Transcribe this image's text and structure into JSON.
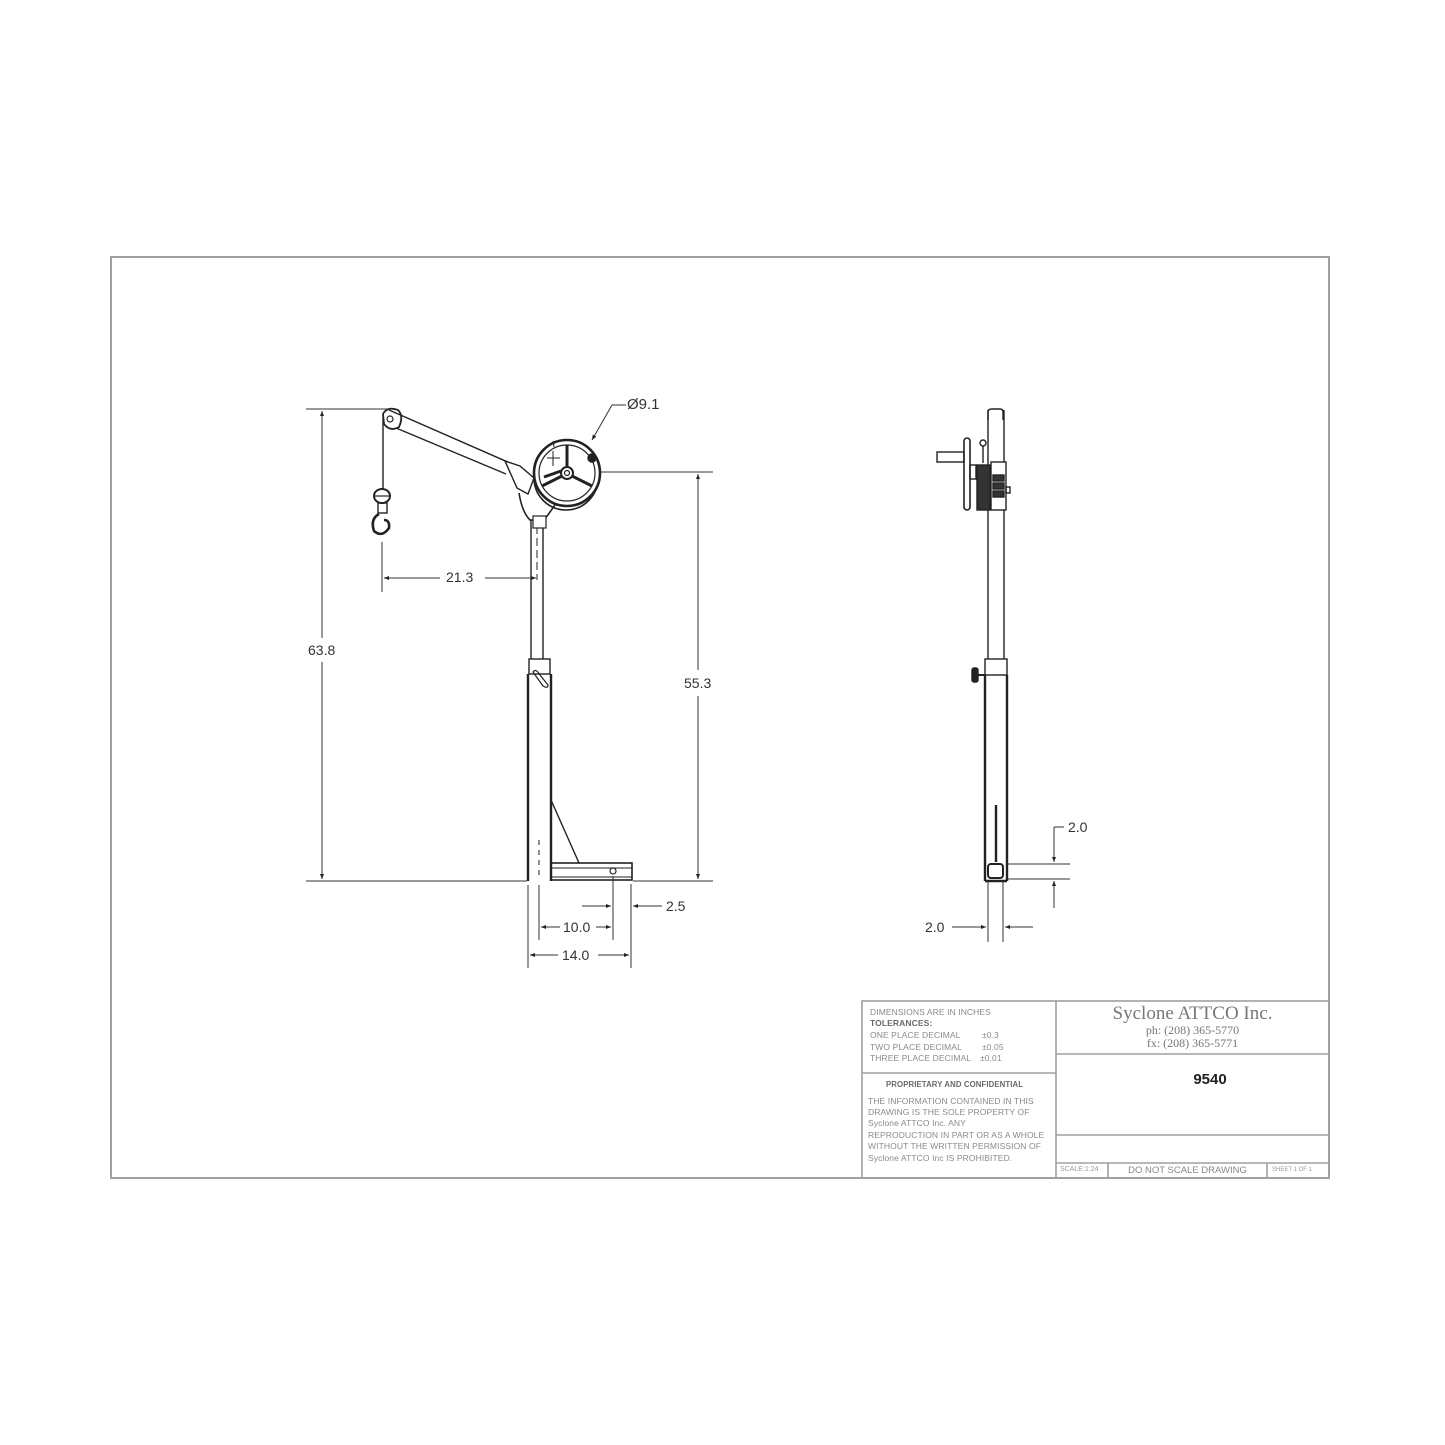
{
  "drawing": {
    "part_number": "9540",
    "front_view": {
      "dimensions": {
        "handwheel_diameter": "Ø9.1",
        "overall_height": "63.8",
        "boom_reach": "21.3",
        "winch_height": "55.3",
        "base_to_hole": "10.0",
        "hole_to_end": "2.5",
        "base_length": "14.0"
      }
    },
    "side_view": {
      "dimensions": {
        "tube_height": "2.0",
        "tube_width": "2.0"
      }
    }
  },
  "title_block": {
    "units_note": "DIMENSIONS ARE IN INCHES",
    "tolerances_label": "TOLERANCES:",
    "tolerances": [
      {
        "label": "ONE PLACE DECIMAL",
        "value": "±0.3"
      },
      {
        "label": "TWO PLACE DECIMAL",
        "value": "±0.05"
      },
      {
        "label": "THREE PLACE DECIMAL",
        "value": "±0.01"
      }
    ],
    "proprietary_heading": "PROPRIETARY AND CONFIDENTIAL",
    "proprietary_lines": [
      "THE INFORMATION CONTAINED IN THIS",
      "DRAWING IS THE SOLE PROPERTY OF",
      "Syclone ATTCO Inc.  ANY",
      "REPRODUCTION IN PART OR AS A WHOLE",
      "WITHOUT THE WRITTEN PERMISSION OF",
      "Syclone ATTCO Inc IS PROHIBITED."
    ],
    "company": "Syclone ATTCO Inc.",
    "phone": "ph: (208) 365-5770",
    "fax": "fx: (208) 365-5771",
    "part_number": "9540",
    "scale": "SCALE:1:24",
    "scale_note": "DO  NOT  SCALE  DRAWING",
    "sheet": "SHEET 1 OF 1"
  },
  "colors": {
    "border": "#9a9a9a",
    "line": "#222222",
    "text_gray": "#8a8a8a"
  }
}
